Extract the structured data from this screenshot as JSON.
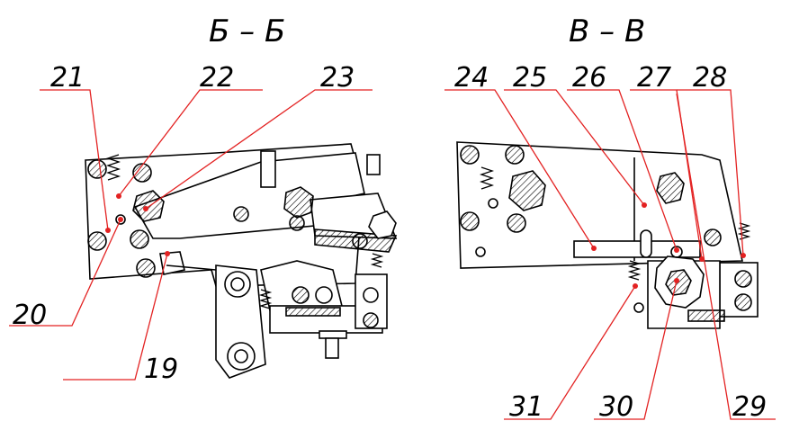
{
  "sections": [
    {
      "id": "b",
      "title": "Б – Б"
    },
    {
      "id": "v",
      "title": "В – В"
    }
  ],
  "callouts": [
    {
      "id": "c19",
      "label": "19"
    },
    {
      "id": "c20",
      "label": "20"
    },
    {
      "id": "c21",
      "label": "21"
    },
    {
      "id": "c22",
      "label": "22"
    },
    {
      "id": "c23",
      "label": "23"
    },
    {
      "id": "c24",
      "label": "24"
    },
    {
      "id": "c25",
      "label": "25"
    },
    {
      "id": "c26",
      "label": "26"
    },
    {
      "id": "c27",
      "label": "27"
    },
    {
      "id": "c28",
      "label": "28"
    },
    {
      "id": "c29",
      "label": "29"
    },
    {
      "id": "c30",
      "label": "30"
    },
    {
      "id": "c31",
      "label": "31"
    }
  ],
  "colors": {
    "leader": "#e32222",
    "outline": "#000000"
  }
}
